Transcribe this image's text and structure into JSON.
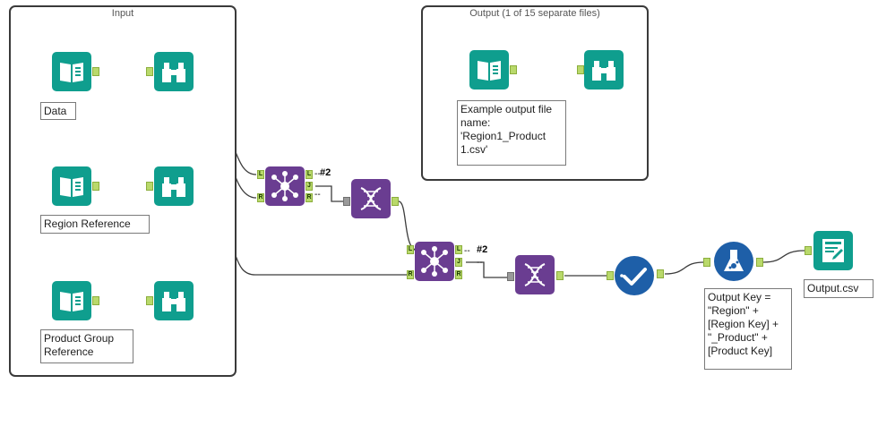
{
  "containers": {
    "input_title": "Input",
    "output_title": "Output (1 of 15 separate files)"
  },
  "annotations": {
    "data": "Data",
    "region_reference": "Region Reference",
    "product_group_reference": "Product Group Reference",
    "example_output": "Example output file name: 'Region1_Product 1.csv'",
    "formula": "Output Key = \"Region\" + [Region Key] + \"_Product\" + [Product Key]",
    "output_csv": "Output.csv"
  },
  "join_labels": {
    "count_1": "#2",
    "count_2": "#2",
    "left": "L",
    "join": "J",
    "right": "R",
    "dash": "--"
  },
  "colors": {
    "input_tool": "#0f9e8e",
    "browse_tool": "#0f9e8e",
    "join_tool": "#6a3d91",
    "transform_tool": "#6a3d91",
    "select_tool": "#1e5fa8",
    "formula_tool": "#1e5fa8",
    "output_tool": "#0f9e8e",
    "anchor": "#b9d96b",
    "connector": "#3c3c3c"
  },
  "icons": {
    "input": "book-icon",
    "browse": "binoculars-icon",
    "join": "join-icon",
    "transform": "dna-icon",
    "select": "checkmark-icon",
    "formula": "flask-icon",
    "output": "output-file-icon"
  }
}
